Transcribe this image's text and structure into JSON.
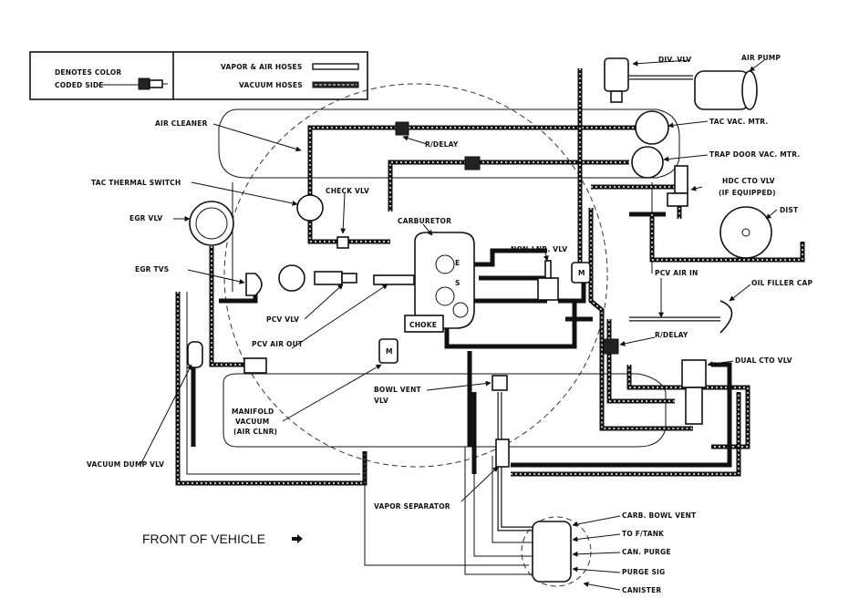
{
  "legend": {
    "color_coded_side": "DENOTES COLOR\nCODED SIDE",
    "vapor_air_hoses": "VAPOR & AIR HOSES",
    "vacuum_hoses": "VACUUM HOSES"
  },
  "labels": {
    "div_vlv": "DIV. VLV",
    "air_pump": "AIR PUMP",
    "air_cleaner": "AIR CLEANER",
    "tac_vac_mtr": "TAC VAC. MTR.",
    "r_delay_top": "R/DELAY",
    "trap_door_vac_mtr": "TRAP DOOR VAC. MTR.",
    "tac_thermal_switch": "TAC THERMAL SWITCH",
    "hdc_cto_vlv": "HDC CTO VLV",
    "if_equipped": "(IF EQUIPPED)",
    "check_vlv": "CHECK VLV",
    "dist": "DIST",
    "egr_vlv": "EGR VLV",
    "carburetor": "CARBURETOR",
    "non_lnr_vlv": "NON-LNR. VLV",
    "egr_tvs": "EGR TVS",
    "pcv_air_in": "PCV AIR IN",
    "oil_filler_cap": "OIL FILLER CAP",
    "pcv_vlv": "PCV VLV",
    "choke": "CHOKE",
    "pcv_air_out": "PCV AIR OUT",
    "r_delay_right": "R/DELAY",
    "dual_cto_vlv": "DUAL CTO VLV",
    "bowl_vent_vlv": "BOWL VENT\nVLV",
    "manifold_vacuum": "MANIFOLD\nVACUUM\n(AIR CLNR)",
    "vacuum_dump_vlv": "VACUUM DUMP VLV",
    "vapor_separator": "VAPOR SEPARATOR",
    "front_of_vehicle": "FRONT OF VEHICLE",
    "carb_bowl_vent": "CARB. BOWL VENT",
    "to_f_tank": "TO F/TANK",
    "can_purge": "CAN. PURGE",
    "purge_sig": "PURGE SIG",
    "canister": "CANISTER",
    "m_marker": "M",
    "carb_port_e": "E",
    "carb_port_s": "S"
  }
}
